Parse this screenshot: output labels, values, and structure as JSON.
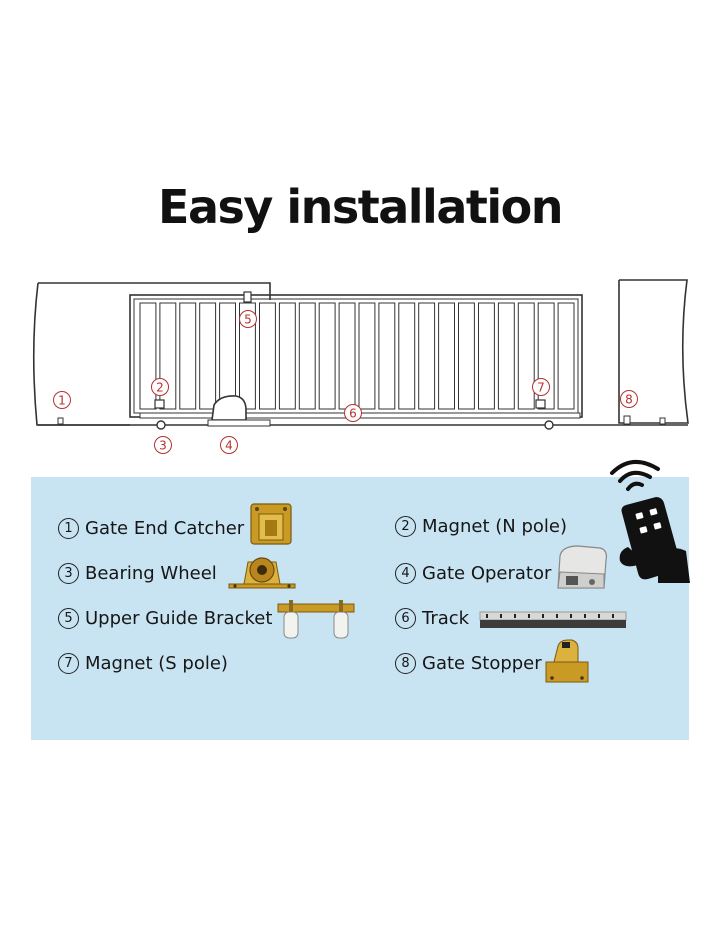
{
  "title": "Easy installation",
  "markers": {
    "m1": "1",
    "m2": "2",
    "m3": "3",
    "m4": "4",
    "m5": "5",
    "m6": "6",
    "m7": "7",
    "m8": "8"
  },
  "legend": [
    {
      "num": "1",
      "label": "Gate End Catcher"
    },
    {
      "num": "2",
      "label": "Magnet (N pole)"
    },
    {
      "num": "3",
      "label": "Bearing Wheel"
    },
    {
      "num": "4",
      "label": "Gate Operator"
    },
    {
      "num": "5",
      "label": "Upper Guide Bracket"
    },
    {
      "num": "6",
      "label": "Track"
    },
    {
      "num": "7",
      "label": "Magnet (S pole)"
    },
    {
      "num": "8",
      "label": "Gate Stopper"
    }
  ],
  "icons": {
    "remote": "remote-control-icon",
    "catcher": "gate-end-catcher-icon",
    "wheel": "bearing-wheel-icon",
    "bracket": "upper-guide-bracket-icon",
    "operator": "gate-operator-icon",
    "track": "track-icon",
    "stopper": "gate-stopper-icon"
  },
  "colors": {
    "panel": "#c8e3f2",
    "marker": "#b5312f",
    "line": "#333333",
    "brass": "#c9a227"
  }
}
